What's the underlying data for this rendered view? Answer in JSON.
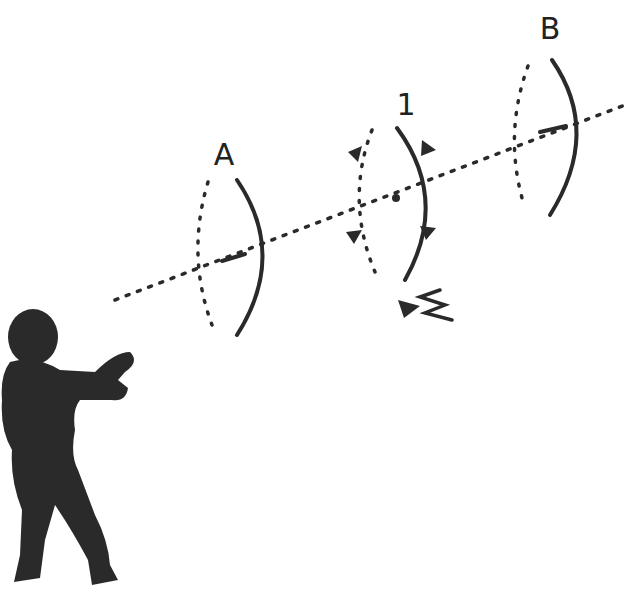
{
  "diagram": {
    "labels": [
      "A",
      "1",
      "B"
    ]
  }
}
